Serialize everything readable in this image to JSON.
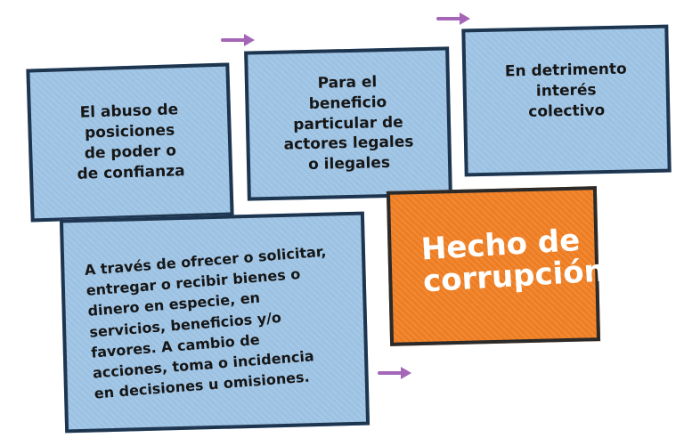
{
  "diagram": {
    "boxes": [
      {
        "text": "El abuso de\nposiciones\nde poder o\nde confianza",
        "color": "#9cc2e3"
      },
      {
        "text": "Para el\nbeneficio\nparticular de\nactores legales\no ilegales",
        "color": "#9cc2e3"
      },
      {
        "text": "En detrimento\ninterés\ncolectivo",
        "color": "#9cc2e3"
      },
      {
        "text": "A través de ofrecer o solicitar,\nentregar o recibir bienes o\ndinero en especie, en\nservicios, beneficios y/o\nfavores. A cambio de\nacciones, toma o incidencia\nen decisiones u omisiones.",
        "color": "#9cc2e3"
      },
      {
        "text": "Hecho de\ncorrupción",
        "color": "#ee7d21"
      }
    ],
    "arrows": [
      {
        "icon": "arrow-right-icon",
        "color": "#a566b8"
      },
      {
        "icon": "arrow-right-icon",
        "color": "#a566b8"
      },
      {
        "icon": "arrow-right-icon",
        "color": "#a566b8"
      }
    ],
    "border_color": "#1e3550"
  }
}
